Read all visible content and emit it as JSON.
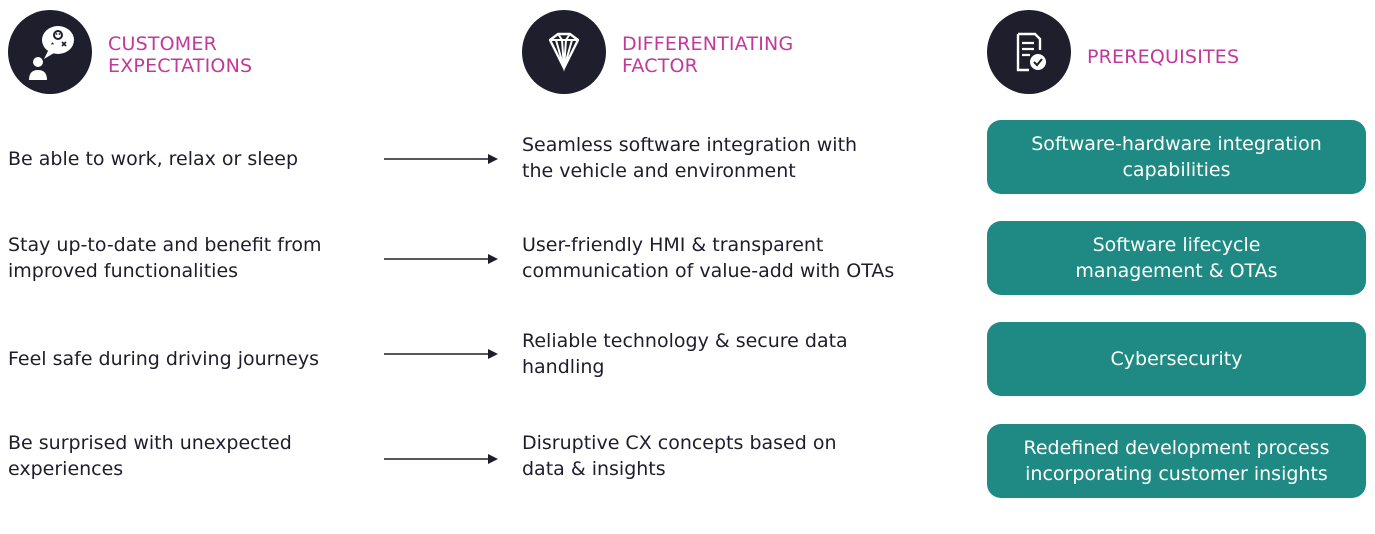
{
  "columns": {
    "customer": {
      "title_line1": "CUSTOMER",
      "title_line2": "EXPECTATIONS",
      "icon": "customer-thinking-icon"
    },
    "differentiating": {
      "title_line1": "DIFFERENTIATING",
      "title_line2": "FACTOR",
      "icon": "diamond-icon"
    },
    "prerequisites": {
      "title_line1": "PREREQUISITES",
      "icon": "document-check-icon"
    }
  },
  "rows": [
    {
      "expectation": [
        "Be able to work, relax or sleep"
      ],
      "factor": [
        "Seamless software integration with",
        "the vehicle and environment"
      ],
      "prerequisite": [
        "Software-hardware integration",
        "capabilities"
      ]
    },
    {
      "expectation": [
        "Stay up-to-date and benefit from",
        "improved functionalities"
      ],
      "factor": [
        "User-friendly HMI & transparent",
        "communication of value-add with OTAs"
      ],
      "prerequisite": [
        "Software lifecycle",
        "management & OTAs"
      ]
    },
    {
      "expectation": [
        "Feel safe during driving journeys"
      ],
      "factor": [
        "Reliable technology & secure data",
        "handling"
      ],
      "prerequisite": [
        "Cybersecurity"
      ]
    },
    {
      "expectation": [
        "Be surprised with unexpected",
        "experiences"
      ],
      "factor": [
        "Disruptive CX concepts based on",
        "data & insights"
      ],
      "prerequisite": [
        "Redefined development process",
        "incorporating customer insights"
      ]
    }
  ],
  "colors": {
    "title": "#c2389b",
    "icon_bg": "#1e1e2c",
    "pill_bg": "#1f8a84",
    "text": "#1f1d2b"
  }
}
